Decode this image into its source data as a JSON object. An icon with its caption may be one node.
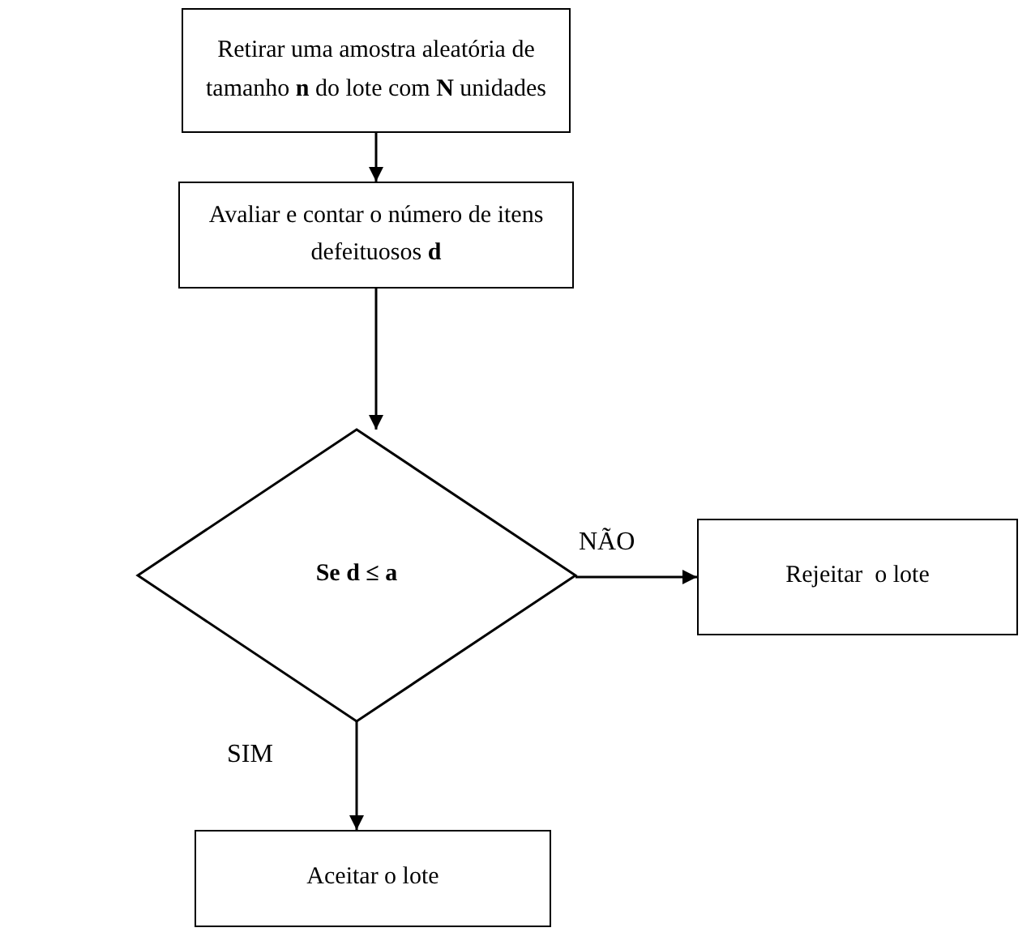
{
  "diagram": {
    "nodes": [
      {
        "text": [
          "Retirar uma amostra aleatória de tamanho **n** do lote com **N** unidades"
        ]
      },
      {
        "text": [
          "Avaliar e contar o número de itens defeituosos **d**"
        ]
      },
      {
        "text": [
          "Se d ≤ a"
        ]
      },
      {
        "text": [
          "Rejeitar  o lote"
        ]
      },
      {
        "text": [
          "Aceitar o lote"
        ]
      }
    ],
    "edges": [
      {
        "from": 0,
        "to": 1,
        "arrow": "to"
      },
      {
        "from": 1,
        "to": 2,
        "arrow": "to"
      },
      {
        "from": 2,
        "to": 3,
        "arrow": "to",
        "label": "NÃO"
      },
      {
        "from": 2,
        "to": 4,
        "arrow": "to",
        "label": "SIM"
      }
    ]
  }
}
